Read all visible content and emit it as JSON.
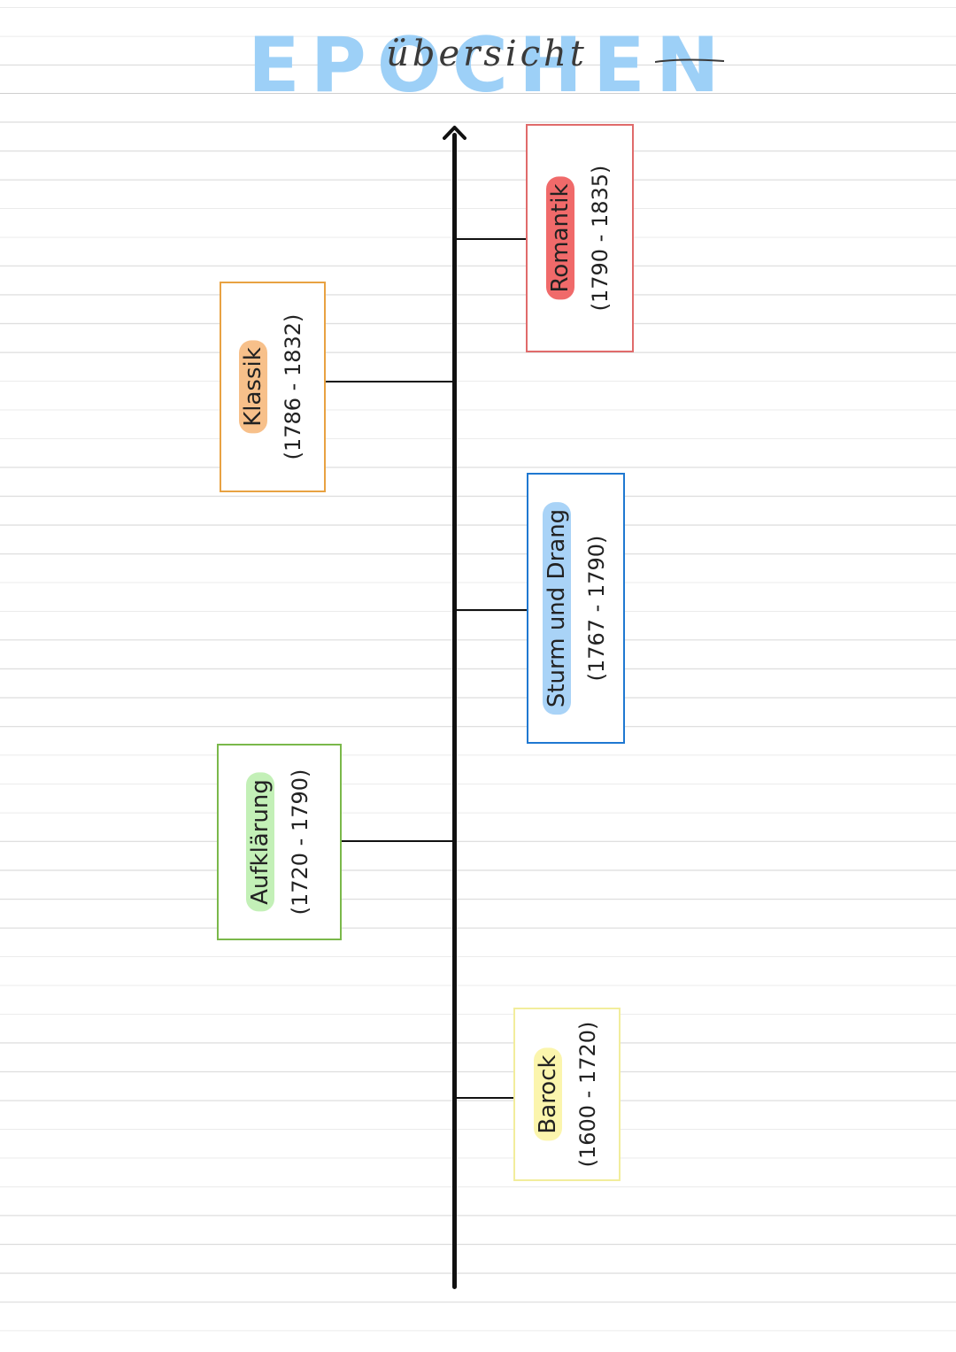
{
  "header": {
    "title": "EPOCHEN",
    "subtitle": "übersicht"
  },
  "colors": {
    "title": "#9dd0f7",
    "axis": "#111111"
  },
  "epochs": [
    {
      "name": "Romantik",
      "years": "(1790 - 1835)",
      "border": "#e06b6b",
      "highlight": "#f06a6a"
    },
    {
      "name": "Klassik",
      "years": "(1786 - 1832)",
      "border": "#e8a242",
      "highlight": "#f7c08a"
    },
    {
      "name": "Sturm und Drang",
      "years": "(1767 - 1790)",
      "border": "#1f78d1",
      "highlight": "#a9d3f7"
    },
    {
      "name": "Aufklärung",
      "years": "(1720 - 1790)",
      "border": "#7ab84a",
      "highlight": "#c3f0b7"
    },
    {
      "name": "Barock",
      "years": "(1600 - 1720)",
      "border": "#f2ed9c",
      "highlight": "#fbf5ad"
    }
  ]
}
